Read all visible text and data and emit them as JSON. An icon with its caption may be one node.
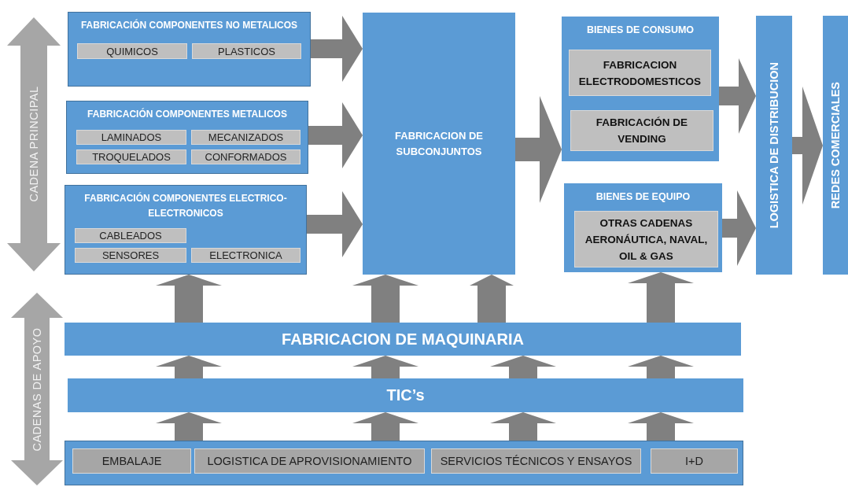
{
  "diagram": {
    "nodes": [
      {
        "text": [
          "FABRICACIÓN COMPONENTES NO METALICOS"
        ]
      },
      {
        "text": [
          "QUIMICOS"
        ],
        "in": 0
      },
      {
        "text": [
          "PLASTICOS"
        ],
        "in": 0
      },
      {
        "text": [
          "FABRICACIÓN COMPONENTES METALICOS"
        ]
      },
      {
        "text": [
          "LAMINADOS"
        ],
        "in": 3
      },
      {
        "text": [
          "MECANIZADOS"
        ],
        "in": 3
      },
      {
        "text": [
          "TROQUELADOS"
        ],
        "in": 3
      },
      {
        "text": [
          "CONFORMADOS"
        ],
        "in": 3
      },
      {
        "text": [
          "FABRICACIÓN COMPONENTES ELECTRICO-ELECTRONICOS"
        ]
      },
      {
        "text": [
          "CABLEADOS"
        ],
        "in": 8
      },
      {
        "text": [
          "SENSORES"
        ],
        "in": 8
      },
      {
        "text": [
          "ELECTRONICA"
        ],
        "in": 8
      },
      {
        "text": [
          "FABRICACION DE SUBCONJUNTOS"
        ]
      },
      {
        "text": [
          "BIENES DE CONSUMO"
        ]
      },
      {
        "text": [
          "FABRICACION ELECTRODOMESTICOS"
        ],
        "in": 13
      },
      {
        "text": [
          "FABRICACIÓN DE VENDING"
        ],
        "in": 13
      },
      {
        "text": [
          "BIENES DE EQUIPO"
        ]
      },
      {
        "text": [
          "OTRAS CADENAS AERONÁUTICA, NAVAL, OIL & GAS"
        ],
        "in": 16
      },
      {
        "text": [
          "LOGISTICA DE DISTRIBUCION"
        ]
      },
      {
        "text": [
          "REDES COMERCIALES"
        ]
      },
      {
        "text": [
          "FABRICACION DE MAQUINARIA"
        ]
      },
      {
        "text": [
          "TIC’s"
        ]
      },
      {
        "text": [],
        "shape": "box"
      },
      {
        "text": [
          "EMBALAJE"
        ],
        "in": 22
      },
      {
        "text": [
          "LOGISTICA DE APROVISIONAMIENTO"
        ],
        "in": 22
      },
      {
        "text": [
          "SERVICIOS TÉCNICOS Y  ENSAYOS"
        ],
        "in": 22
      },
      {
        "text": [
          "I+D"
        ],
        "in": 22
      }
    ],
    "edges": [
      {
        "from": 0,
        "to": 12,
        "arrow": "to"
      },
      {
        "from": 3,
        "to": 12,
        "arrow": "to"
      },
      {
        "from": 8,
        "to": 12,
        "arrow": "to"
      },
      {
        "from": 12,
        "to": 13,
        "arrow": "to"
      },
      {
        "from": 12,
        "to": 16,
        "arrow": "to"
      },
      {
        "from": 13,
        "to": 18,
        "arrow": "to"
      },
      {
        "from": 16,
        "to": 18,
        "arrow": "to"
      },
      {
        "from": 18,
        "to": 19,
        "arrow": "to"
      },
      {
        "from": 22,
        "to": 21,
        "arrow": "to"
      },
      {
        "from": 22,
        "to": 21,
        "arrow": "to"
      },
      {
        "from": 22,
        "to": 21,
        "arrow": "to"
      },
      {
        "from": 22,
        "to": 21,
        "arrow": "to"
      },
      {
        "from": 21,
        "to": 20,
        "arrow": "to"
      },
      {
        "from": 21,
        "to": 20,
        "arrow": "to"
      },
      {
        "from": 21,
        "to": 20,
        "arrow": "to"
      },
      {
        "from": 21,
        "to": 20,
        "arrow": "to"
      },
      {
        "from": 20,
        "to": 8,
        "arrow": "to"
      },
      {
        "from": 20,
        "to": 12,
        "arrow": "to"
      },
      {
        "from": 20,
        "to": 12,
        "arrow": "to"
      },
      {
        "from": 20,
        "to": 16,
        "arrow": "to"
      }
    ],
    "labels": [
      "CADENA PRINCIPAL",
      "CADENAS DE APOYO"
    ]
  }
}
